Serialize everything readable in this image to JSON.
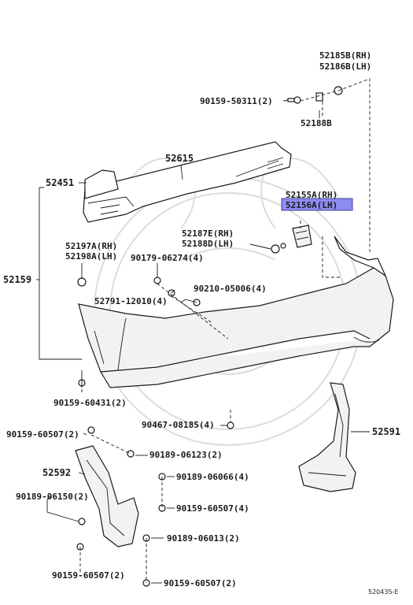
{
  "highlight_color": "#8c8cf0",
  "labels": {
    "p52185b": "52185B(RH)",
    "p52186b": "52186B(LH)",
    "p90159_50311": "90159-50311(2)",
    "p52188b": "52188B",
    "p52615": "52615",
    "p52451": "52451",
    "p52155a": "52155A(RH)",
    "p52156a": "52156A(LH)",
    "p52187e": "52187E(RH)",
    "p52188d": "52188D(LH)",
    "p52197a": "52197A(RH)",
    "p52198a": "52198A(LH)",
    "p90179_06274": "90179-06274(4)",
    "p52159": "52159",
    "p90210_05006": "90210-05006(4)",
    "p52791_12010": "52791-12010(4)",
    "p90159_60431": "90159-60431(2)",
    "p90467_08185": "90467-08185(4)",
    "p52591": "52591",
    "p90159_60507_a": "90159-60507(2)",
    "p90189_06123": "90189-06123(2)",
    "p52592": "52592",
    "p90189_06066": "90189-06066(4)",
    "p90189_06150": "90189-06150(2)",
    "p90159_60507_b": "90159-60507(4)",
    "p90189_06013": "90189-06013(2)",
    "p90159_60507_c": "90159-60507(2)",
    "p90159_60507_d": "90159-60507(2)",
    "ref_code": "520435-E"
  }
}
